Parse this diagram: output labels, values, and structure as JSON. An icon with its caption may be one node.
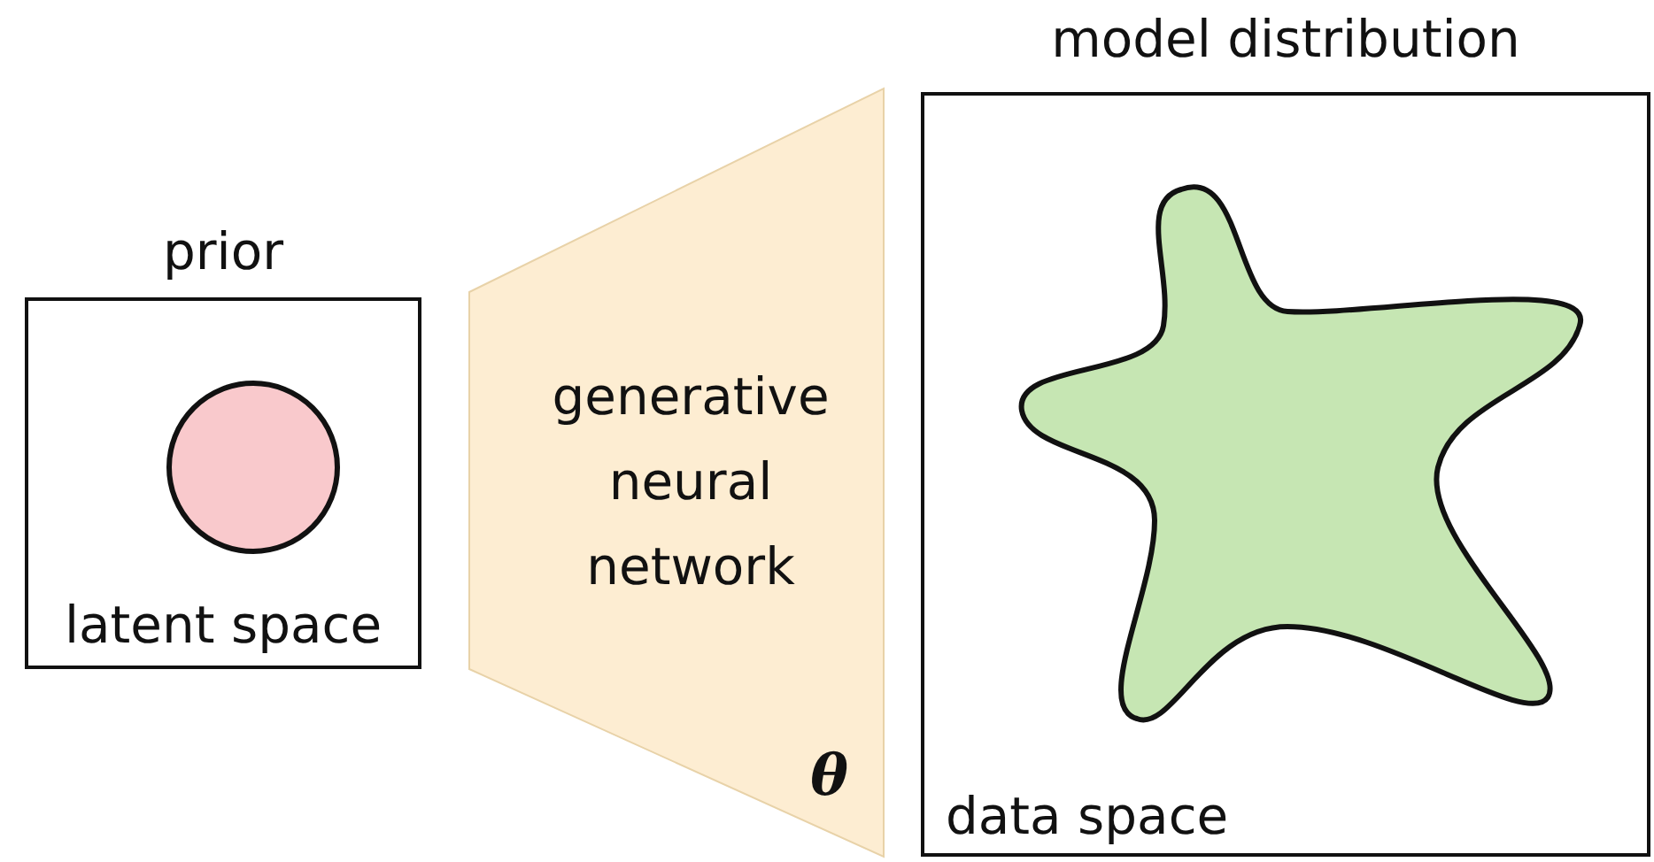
{
  "diagram": {
    "nodes": [
      {
        "text": [
          "prior",
          "latent space"
        ]
      },
      {
        "text": [],
        "shape": "circle",
        "in": 0
      },
      {
        "text": [
          "generative neural network",
          "θ"
        ]
      },
      {
        "text": [
          "model distribution",
          "data space"
        ]
      },
      {
        "text": [],
        "shape": "blob",
        "in": 3
      }
    ]
  }
}
